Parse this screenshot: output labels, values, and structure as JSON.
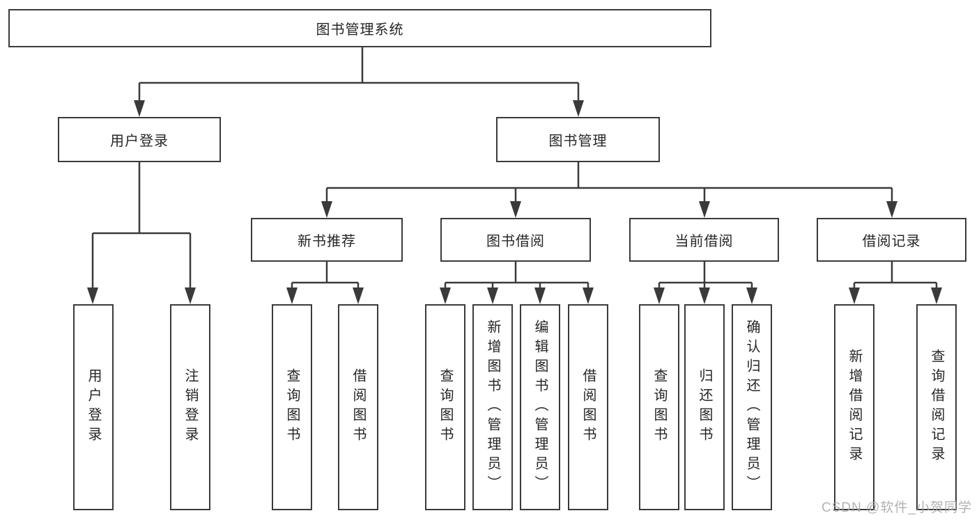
{
  "diagram": {
    "type": "functional-structure-tree",
    "root": {
      "label": "图书管理系统"
    },
    "branches": [
      {
        "label": "用户登录",
        "children": [
          {
            "label": "用户登录"
          },
          {
            "label": "注销登录"
          }
        ]
      },
      {
        "label": "图书管理",
        "children": [
          {
            "label": "新书推荐",
            "children": [
              {
                "label": "查询图书"
              },
              {
                "label": "借阅图书"
              }
            ]
          },
          {
            "label": "图书借阅",
            "children": [
              {
                "label": "查询图书"
              },
              {
                "label": "新增图书（管理员）"
              },
              {
                "label": "编辑图书（管理员）"
              },
              {
                "label": "借阅图书"
              }
            ]
          },
          {
            "label": "当前借阅",
            "children": [
              {
                "label": "查询图书"
              },
              {
                "label": "归还图书"
              },
              {
                "label": "确认归还（管理员）"
              }
            ]
          },
          {
            "label": "借阅记录",
            "children": [
              {
                "label": "新增借阅记录"
              },
              {
                "label": "查询借阅记录"
              }
            ]
          }
        ]
      }
    ],
    "watermark": "CSDN @软件_小贺同学",
    "colors": {
      "line": "#3a3a3a",
      "text": "#262626",
      "background": "#ffffff",
      "watermark": "#a5a5a5"
    }
  }
}
